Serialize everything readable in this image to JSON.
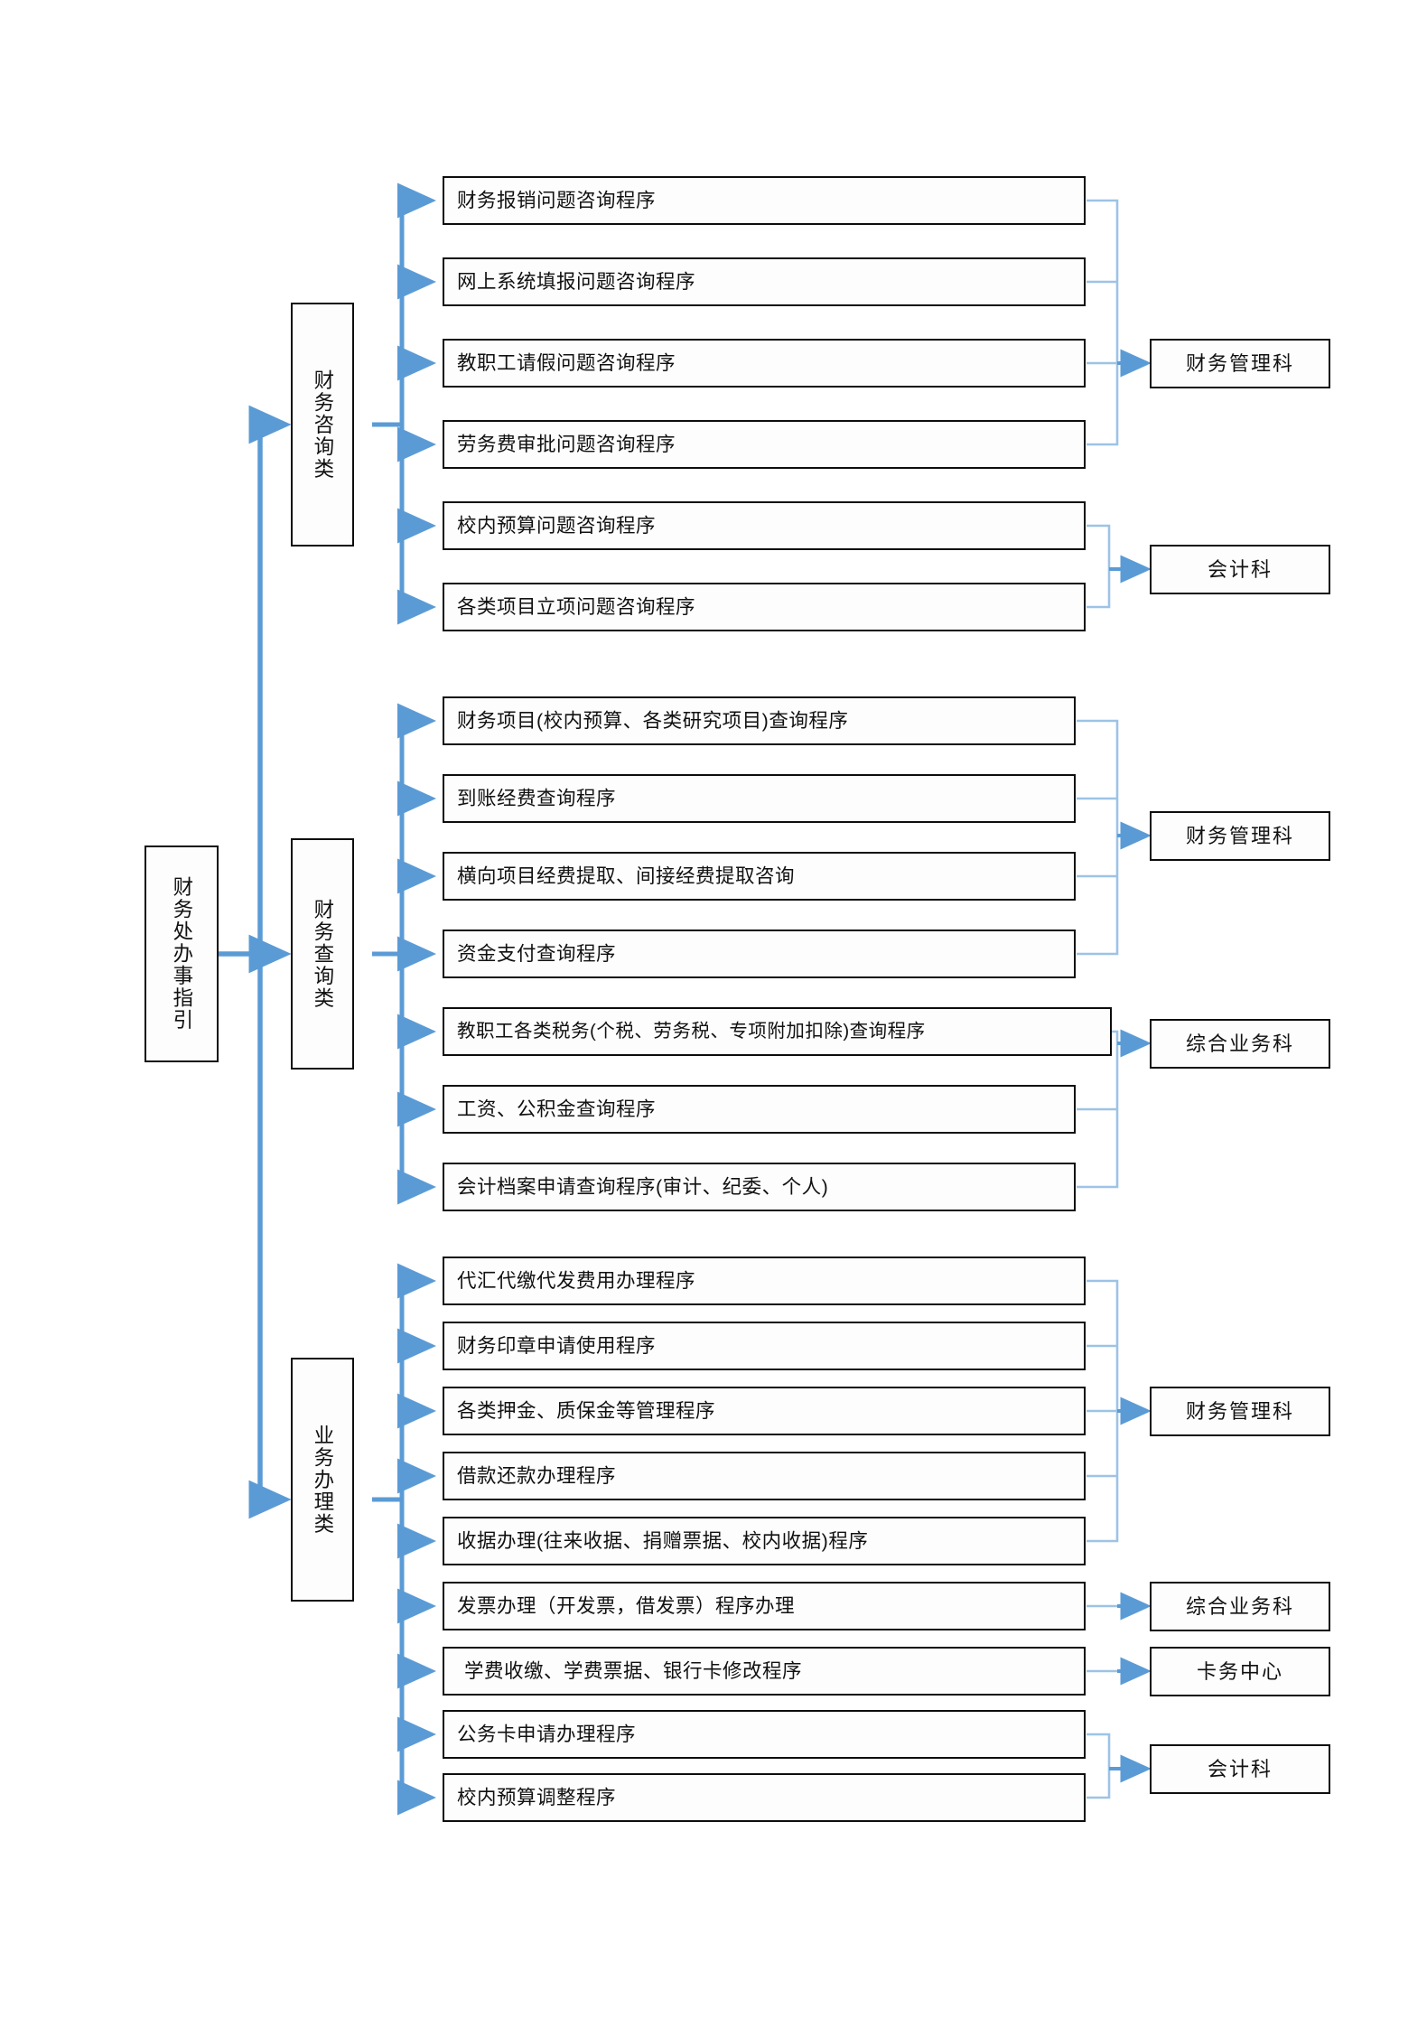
{
  "diagram": {
    "title": "财务处办事指引",
    "type": "flowchart",
    "accent_color": "#5B9BD5",
    "accent_color_light": "#9DC3E6",
    "box_border_color": "#0D0D0D",
    "root": {
      "label": "财务处办事指引"
    },
    "groups": [
      {
        "category": "财务咨询类",
        "items": [
          {
            "label": "财务报销问题咨询程序",
            "dept": "财务管理科"
          },
          {
            "label": "网上系统填报问题咨询程序",
            "dept": "财务管理科"
          },
          {
            "label": "教职工请假问题咨询程序",
            "dept": "财务管理科"
          },
          {
            "label": "劳务费审批问题咨询程序",
            "dept": "财务管理科"
          },
          {
            "label": "校内预算问题咨询程序",
            "dept": "会计科"
          },
          {
            "label": "各类项目立项问题咨询程序",
            "dept": "会计科"
          }
        ],
        "depts": [
          {
            "label": "财务管理科"
          },
          {
            "label": "会计科"
          }
        ]
      },
      {
        "category": "财务查询类",
        "items": [
          {
            "label": "财务项目(校内预算、各类研究项目)查询程序",
            "dept": "财务管理科"
          },
          {
            "label": "到账经费查询程序",
            "dept": "财务管理科"
          },
          {
            "label": "横向项目经费提取、间接经费提取咨询",
            "dept": "财务管理科"
          },
          {
            "label": "资金支付查询程序",
            "dept": "财务管理科"
          },
          {
            "label": "教职工各类税务(个税、劳务税、专项附加扣除)查询程序",
            "dept": "综合业务科"
          },
          {
            "label": "工资、公积金查询程序",
            "dept": "综合业务科"
          },
          {
            "label": "会计档案申请查询程序(审计、纪委、个人)",
            "dept": "综合业务科"
          }
        ],
        "depts": [
          {
            "label": "财务管理科"
          },
          {
            "label": "综合业务科"
          }
        ]
      },
      {
        "category": "业务办理类",
        "items": [
          {
            "label": "代汇代缴代发费用办理程序",
            "dept": "财务管理科"
          },
          {
            "label": "财务印章申请使用程序",
            "dept": "财务管理科"
          },
          {
            "label": "各类押金、质保金等管理程序",
            "dept": "财务管理科"
          },
          {
            "label": "借款还款办理程序",
            "dept": "财务管理科"
          },
          {
            "label": "收据办理(往来收据、捐赠票据、校内收据)程序",
            "dept": "财务管理科"
          },
          {
            "label": "发票办理（开发票，借发票）程序办理",
            "dept": "综合业务科"
          },
          {
            "label": "学费收缴、学费票据、银行卡修改程序",
            "dept": "卡务中心"
          },
          {
            "label": "公务卡申请办理程序",
            "dept": "会计科"
          },
          {
            "label": "校内预算调整程序",
            "dept": "会计科"
          }
        ],
        "depts": [
          {
            "label": "财务管理科"
          },
          {
            "label": "综合业务科"
          },
          {
            "label": "卡务中心"
          },
          {
            "label": "会计科"
          }
        ]
      }
    ]
  }
}
